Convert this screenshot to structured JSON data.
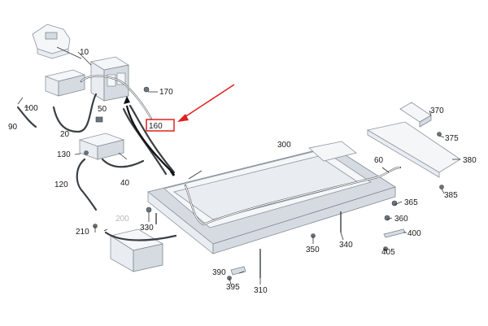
{
  "callouts": [
    {
      "id": "p10",
      "text": "10"
    },
    {
      "id": "p20",
      "text": "20"
    },
    {
      "id": "p40",
      "text": "40"
    },
    {
      "id": "p50",
      "text": "50"
    },
    {
      "id": "p60",
      "text": "60"
    },
    {
      "id": "p90",
      "text": "90"
    },
    {
      "id": "p100",
      "text": "100"
    },
    {
      "id": "p120",
      "text": "120"
    },
    {
      "id": "p130",
      "text": "130"
    },
    {
      "id": "p160",
      "text": "160"
    },
    {
      "id": "p170",
      "text": "170"
    },
    {
      "id": "p200",
      "text": "200"
    },
    {
      "id": "p210",
      "text": "210"
    },
    {
      "id": "p300",
      "text": "300"
    },
    {
      "id": "p310",
      "text": "310"
    },
    {
      "id": "p330",
      "text": "330"
    },
    {
      "id": "p340",
      "text": "340"
    },
    {
      "id": "p350",
      "text": "350"
    },
    {
      "id": "p360",
      "text": "360"
    },
    {
      "id": "p365",
      "text": "365"
    },
    {
      "id": "p370",
      "text": "370"
    },
    {
      "id": "p375",
      "text": "375"
    },
    {
      "id": "p380",
      "text": "380"
    },
    {
      "id": "p385",
      "text": "385"
    },
    {
      "id": "p390",
      "text": "390"
    },
    {
      "id": "p395",
      "text": "395"
    },
    {
      "id": "p400",
      "text": "400"
    },
    {
      "id": "p405",
      "text": "405"
    }
  ],
  "highlight": {
    "part": "160",
    "box_color": "#e02020",
    "arrow_color": "#e02020"
  },
  "colors": {
    "leader": "#333333",
    "label": "#1a1a1a",
    "label_muted": "#b8b8b8"
  }
}
